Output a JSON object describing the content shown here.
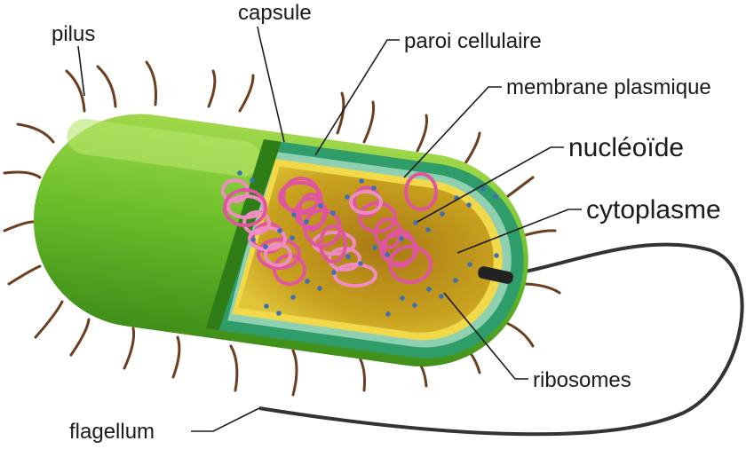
{
  "title": "Structure d'une cellule bactérienne",
  "labels": {
    "pilus": "pilus",
    "capsule": "capsule",
    "paroi": "paroi cellulaire",
    "membrane": "membrane plasmique",
    "nucleoide": "nucléoïde",
    "cytoplasme": "cytoplasme",
    "ribosomes": "ribosomes",
    "flagellum": "flagellum"
  },
  "colors": {
    "capsule": "#6cbf2a",
    "capsule_dark": "#3f8f1a",
    "wall": "#2f9d6a",
    "membrane": "#f2d94a",
    "cytoplasm": "#c9a21f",
    "nucleoid": "#e0559f",
    "ribosome": "#3d6fb5",
    "pilus": "#6b3e1f",
    "flagellum": "#333333"
  }
}
